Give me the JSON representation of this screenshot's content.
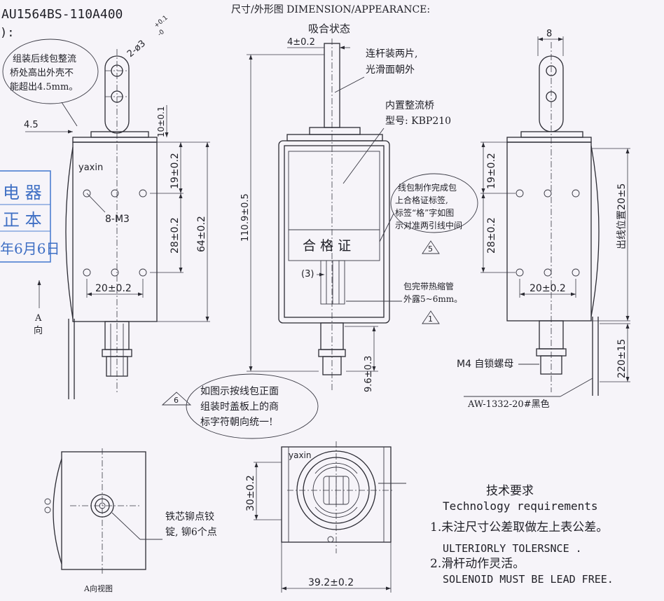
{
  "header": {
    "model": "AU1564BS-110A400",
    "model_suffix": "):",
    "dimension_title": "尺寸/外形图 DIMENSION/APPEARANCE:",
    "state_title": "吸合状态"
  },
  "stamp": {
    "line1": "电 器",
    "line2": "正 本",
    "line3": "年6月6日"
  },
  "notes": {
    "lead_height_l1": "组装后线包整流",
    "lead_height_l2": "桥处高出外壳不",
    "lead_height_l3": "能超出4.5mm。",
    "link_rod_l1": "连杆装两片,",
    "link_rod_l2": "光滑面朝外",
    "bridge_l1": "内置整流桥",
    "bridge_l2": "型号: KBP210",
    "label_l1": "线包制作完成包",
    "label_l2": "上合格证标签,",
    "label_l3": "标签“格”字如图",
    "label_l4": "示对准两引线中间",
    "tube_l1": "包完带热缩管",
    "tube_l2": "外露5~6mm。",
    "cover_l1": "如图示按线包正面",
    "cover_l2": "组装时盖板上的商",
    "cover_l3": "标字符朝向统一!",
    "rivet_l1": "铁芯铆点铰",
    "rivet_l2": "锭, 铆6个点",
    "nut": "M4 自锁螺母",
    "wire": "AW-1332-20#黑色",
    "view_a": "A向视图",
    "arrow_a": "A",
    "arrow_dir": "向"
  },
  "labels": {
    "brand": "yaxin",
    "brand2": "yaxin",
    "holes": "8-M3",
    "cert": "合 格 证",
    "lead_count": "(3)",
    "tri5": "5",
    "tri1": "1",
    "tri6": "6"
  },
  "dimensions": {
    "d_4_5": "4.5",
    "d_hole": "2-ø3",
    "d_hole_tol_up": "+0.1",
    "d_hole_tol_dn": "-0",
    "d_10": "10±0.1",
    "d_19": "19±0.2",
    "d_28": "28±0.2",
    "d_64": "64±0.2",
    "d_20a": "20±0.2",
    "d_4": "4±0.2",
    "d_110": "110.9±0.5",
    "d_9_6": "9.6±0.3",
    "d_8": "8",
    "d_19b": "19±0.2",
    "d_28b": "28±0.2",
    "d_20b": "20±0.2",
    "d_out": "出线位置20±5",
    "d_220": "220±15",
    "d_30": "30±0.2",
    "d_39": "39.2±0.2"
  },
  "requirements": {
    "title_cn": "技术要求",
    "title_en": "Technology   requirements",
    "item1_cn": "1.未注尺寸公差取做左上表公差。",
    "item1_en": "ULTERIORLY TOLERSNCE .",
    "item2_cn": "2.滑杆动作灵活。",
    "item2_en": "SOLENOID MUST BE LEAD FREE."
  }
}
